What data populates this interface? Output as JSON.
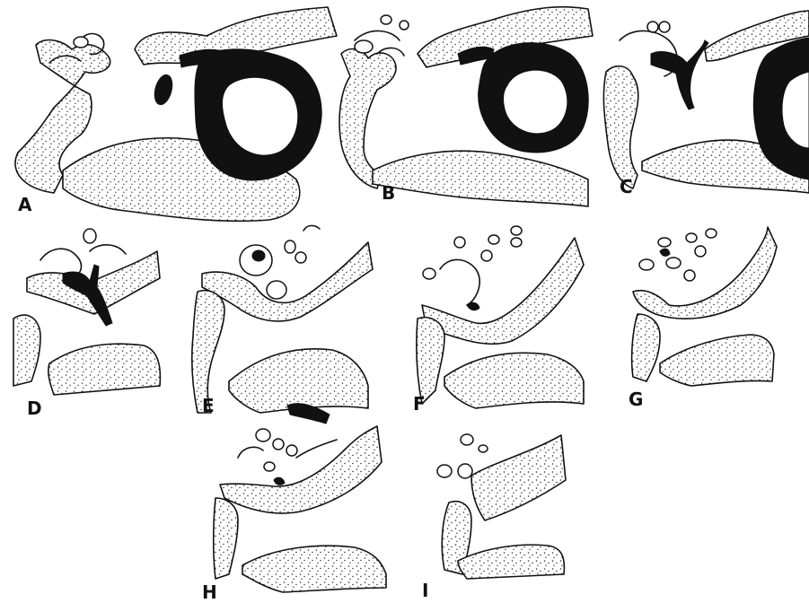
{
  "figure": {
    "panels": [
      {
        "id": "A",
        "label": "A"
      },
      {
        "id": "B",
        "label": "B"
      },
      {
        "id": "C",
        "label": "C"
      },
      {
        "id": "D",
        "label": "D"
      },
      {
        "id": "E",
        "label": "E"
      },
      {
        "id": "F",
        "label": "F"
      },
      {
        "id": "G",
        "label": "G"
      },
      {
        "id": "H",
        "label": "H"
      },
      {
        "id": "I",
        "label": "I"
      }
    ],
    "colors": {
      "ink": "#111111",
      "background": "#ffffff",
      "stipple": "#222222"
    }
  }
}
